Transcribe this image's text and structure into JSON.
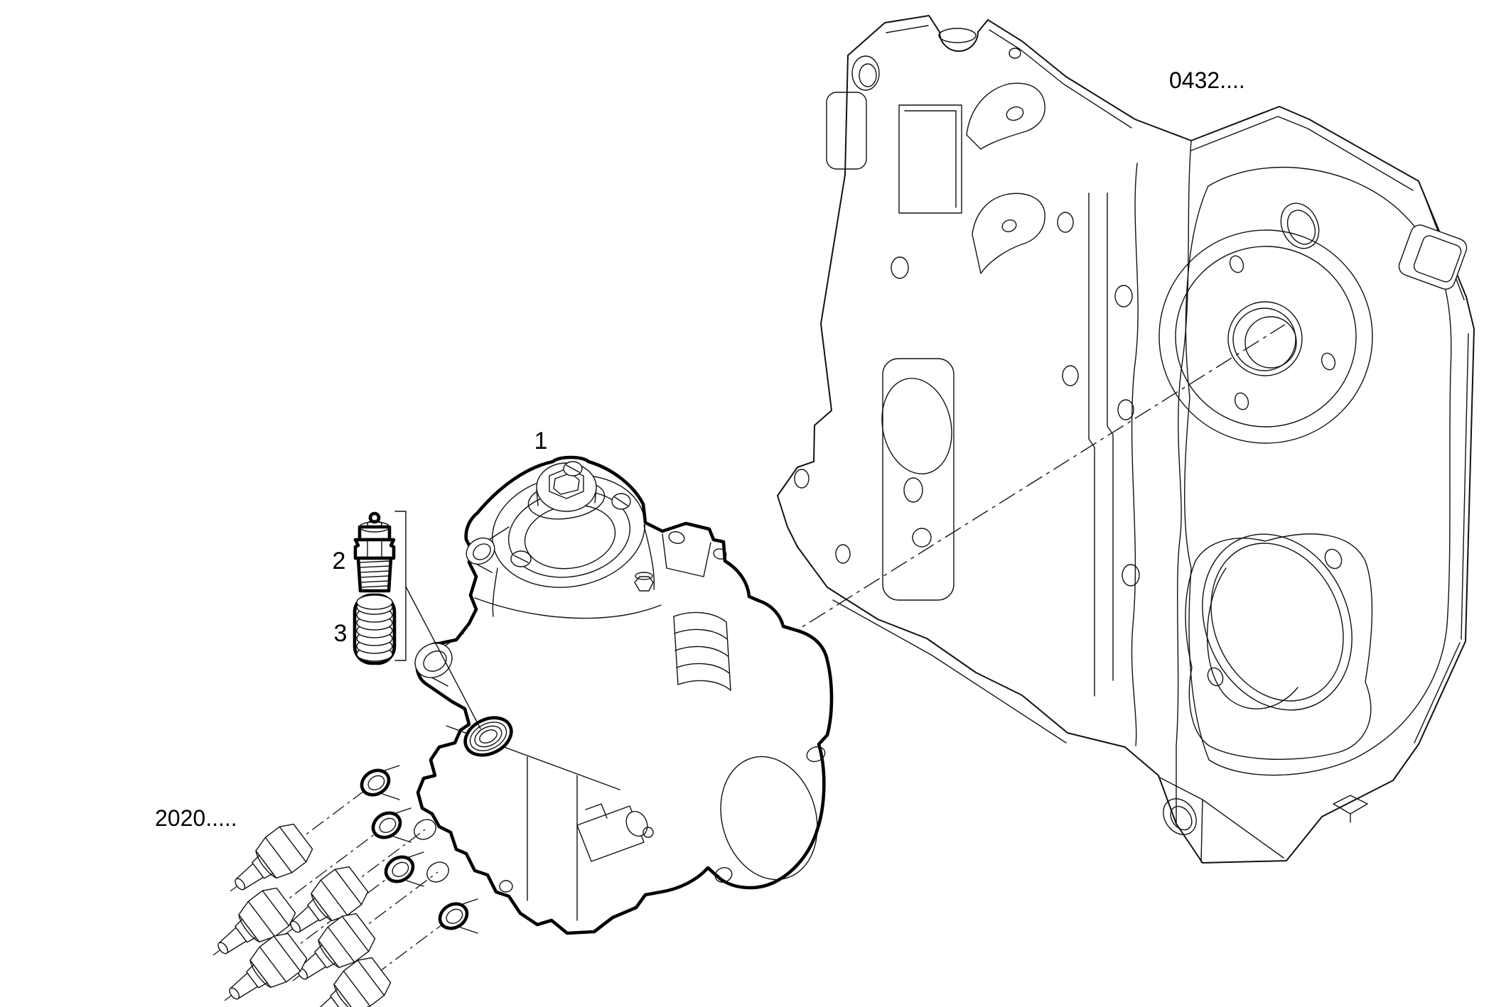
{
  "diagram": {
    "type": "exploded-parts-diagram",
    "background_color": "#ffffff",
    "line_color": "#000000",
    "labels": {
      "callout_pump": "1",
      "callout_valve": "2",
      "callout_spring": "3",
      "ref_gear_case": "0432....",
      "ref_fittings": "2020....."
    }
  }
}
